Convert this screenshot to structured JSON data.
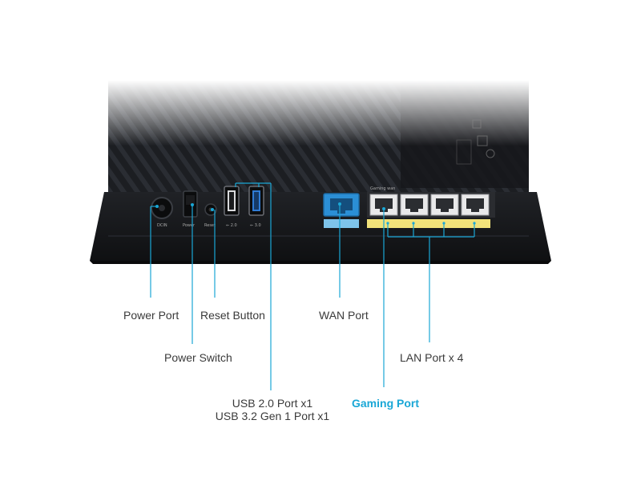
{
  "port_labels": {
    "dcin": "DCIN",
    "power": "Power",
    "reset": "Reset",
    "usb2": "⇐ 2.0",
    "usb3": "⇐ 3.0"
  },
  "gaming_tag": "Gaming wan",
  "callouts": {
    "power_port": "Power Port",
    "reset_button": "Reset Button",
    "wan_port": "WAN Port",
    "power_switch": "Power Switch",
    "lan_port": "LAN Port x 4",
    "usb_line1": "USB 2.0 Port x1",
    "usb_line2": "USB 3.2 Gen 1 Port x1",
    "gaming_port": "Gaming Port"
  },
  "colors": {
    "callout_line": "#1aa7d6",
    "gaming_label": "#1aa7d6",
    "wan_port": "#2b8fd6",
    "lan_strip": "#f2e27a",
    "wan_strip": "#7ec3ea",
    "body": "#16181b"
  }
}
